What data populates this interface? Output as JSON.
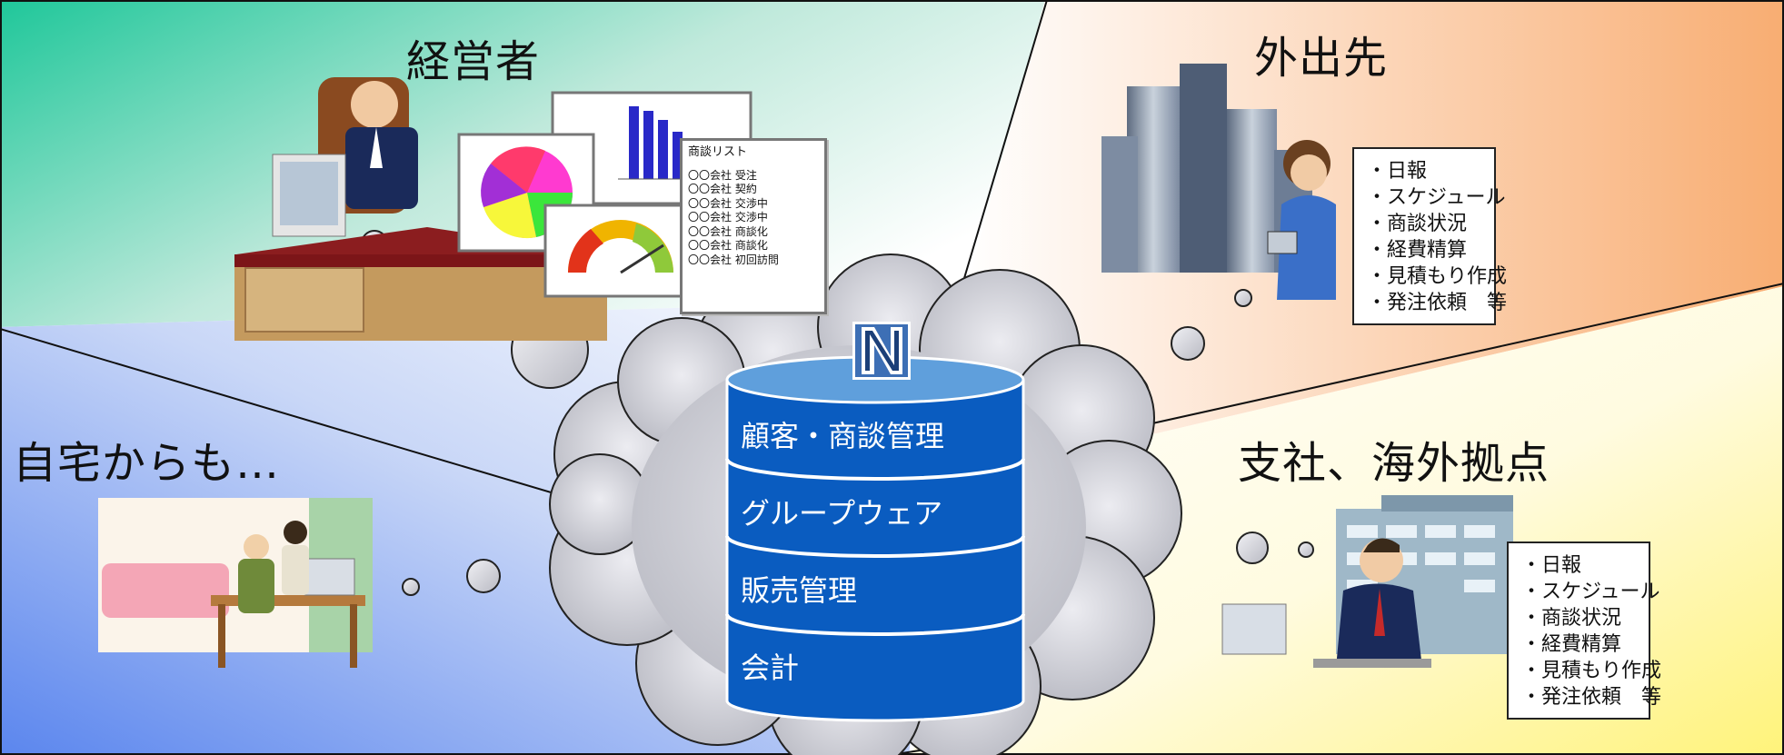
{
  "quadrants": {
    "executive": {
      "title": "経営者"
    },
    "field": {
      "title": "外出先"
    },
    "home": {
      "title": "自宅からも…"
    },
    "branch": {
      "title": "支社、海外拠点"
    }
  },
  "field_tasks": [
    "・日報",
    "・スケジュール",
    "・商談状況",
    "・経費精算",
    "・見積もり作成",
    "・発注依頼　等"
  ],
  "branch_tasks": [
    "・日報",
    "・スケジュール",
    "・商談状況",
    "・経費精算",
    "・見積もり作成",
    "・発注依頼　等"
  ],
  "database": {
    "logo_letter": "N",
    "layers": [
      "顧客・商談管理",
      "グループウェア",
      "販売管理",
      "会計"
    ]
  },
  "deal_list": {
    "title": "商談リスト",
    "rows": [
      "〇〇会社 受注",
      "〇〇会社 契約",
      "〇〇会社 交渉中",
      "〇〇会社 交渉中",
      "〇〇会社 商談化",
      "〇〇会社 商談化",
      "〇〇会社 初回訪問"
    ]
  },
  "colors": {
    "db_blue": "#0a5cc0",
    "db_top": "#5f9fdc",
    "cloud": "#c7c8cf"
  }
}
